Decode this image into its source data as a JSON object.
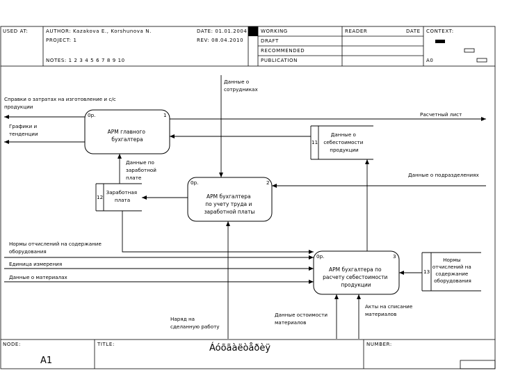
{
  "header": {
    "used_at": "USED AT:",
    "author": "AUTHOR: Kazakova E., Korshunova N.",
    "project": "PROJECT: 1",
    "date": "DATE: 01.01.2004",
    "rev": "REV: 08.04.2010",
    "notes": "NOTES: 1 2 3 4 5 6 7 8 9 10",
    "working": "WORKING",
    "draft": "DRAFT",
    "recommended": "RECOMMENDED",
    "publication": "PUBLICATION",
    "reader": "READER",
    "reader_date": "DATE",
    "context": "CONTEXT:",
    "a0": "A0"
  },
  "footer": {
    "node_label": "NODE:",
    "node_value": "A1",
    "title_label": "TITLE:",
    "title_value": "Áóõãàëòåðèÿ",
    "number_label": "NUMBER:"
  },
  "processes": {
    "p1": {
      "name": [
        "АРМ главного",
        "бухгалтера"
      ],
      "number": "1",
      "cost": "0р."
    },
    "p2": {
      "name": [
        "АРМ бухгалтера",
        "по учету труда и",
        "заработной платы"
      ],
      "number": "2",
      "cost": "0р."
    },
    "p3": {
      "name": [
        "АРМ бухгалтера по",
        "расчету себестоимости",
        "продукции"
      ],
      "number": "3",
      "cost": "0р."
    }
  },
  "stores": {
    "s11": {
      "id": "11",
      "name": [
        "Данные о",
        "себестоимости",
        "продукции"
      ]
    },
    "s12": {
      "id": "12",
      "name": [
        "Заработная",
        "плата"
      ]
    },
    "s13": {
      "id": "13",
      "name": [
        "Нормы",
        "отчислений на",
        "содержание",
        "оборудования"
      ]
    }
  },
  "flows": {
    "reports": [
      "Справки о затратах на изготовление и с/с",
      "продукции"
    ],
    "graphs": [
      "Графики и",
      "тенденции"
    ],
    "employees": [
      "Данные о",
      "сотрудниках"
    ],
    "payslip": "Расчетный лист",
    "salary_data": [
      "Данные по",
      "заработной",
      "плате"
    ],
    "departments": "Данные о подразделениях",
    "norms": [
      "Нормы отчислений на содержание",
      "оборудования"
    ],
    "units": "Единица измерения",
    "materials": "Данные о материалах",
    "work_order": [
      "Наряд на",
      "сделанную работу"
    ],
    "residuals": [
      "Данные остоимости",
      "материалов"
    ],
    "writeoff": [
      "Акты на списание",
      "материалов"
    ]
  }
}
